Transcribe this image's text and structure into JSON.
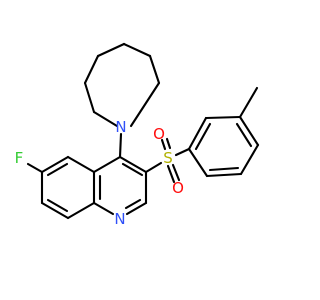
{
  "molecule": {
    "atoms": {
      "fluorine": {
        "symbol": "F",
        "color": "#33cc33"
      },
      "quinoline_nitrogen": {
        "symbol": "N",
        "color": "#3050f8"
      },
      "azepane_nitrogen": {
        "symbol": "N",
        "color": "#3050f8"
      },
      "sulfur": {
        "symbol": "S",
        "color": "#b2b200"
      },
      "oxygen_top": {
        "symbol": "O",
        "color": "#ff0d0d"
      },
      "oxygen_bottom": {
        "symbol": "O",
        "color": "#ff0d0d"
      }
    },
    "bond_color": "#000000"
  }
}
